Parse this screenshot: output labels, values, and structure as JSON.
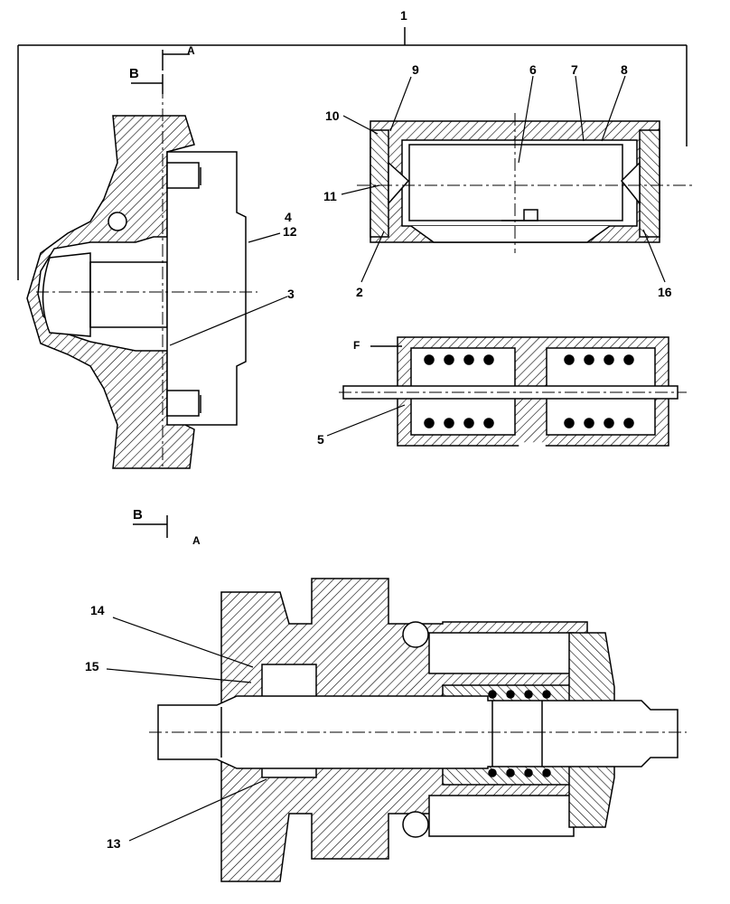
{
  "callouts": {
    "c1": "1",
    "c2": "2",
    "c3": "3",
    "c4": "4",
    "c5": "5",
    "c6": "6",
    "c7": "7",
    "c8": "8",
    "c9": "9",
    "c10": "10",
    "c11": "11",
    "c12": "12",
    "c13": "13",
    "c14": "14",
    "c15": "15",
    "c16": "16"
  },
  "section_marks": {
    "b_top": "B",
    "a_top": "A",
    "b_bottom": "B",
    "a_bottom": "A",
    "f": "F"
  },
  "colors": {
    "line": "#000000",
    "background": "#ffffff"
  }
}
